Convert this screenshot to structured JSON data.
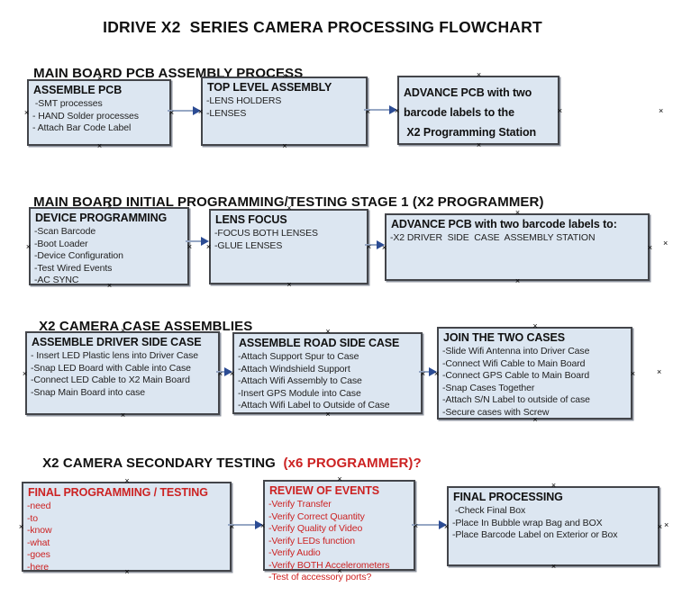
{
  "title": "IDRIVE X2  SERIES CAMERA PROCESSING FLOWCHART",
  "glyphs": {
    "handle": "×"
  },
  "colors": {
    "box_fill": "#dce6f1",
    "box_border": "#43454a",
    "red_text": "#cc2222",
    "arrow_line": "#96a7c4",
    "arrow_head": "#2c4c94"
  },
  "sections": [
    {
      "header": "MAIN BOARD PCB ASSEMBLY PROCESS",
      "boxes": [
        {
          "title": "ASSEMBLE PCB",
          "items": [
            " -SMT processes",
            "- HAND Solder processes",
            "- Attach Bar Code Label"
          ]
        },
        {
          "title": "TOP LEVEL ASSEMBLY",
          "items": [
            "-LENS HOLDERS",
            "-LENSES"
          ]
        },
        {
          "title": "ADVANCE PCB with two\nbarcode labels to the\n X2 Programming Station",
          "items": []
        }
      ]
    },
    {
      "header": "MAIN BOARD INITIAL PROGRAMMING/TESTING STAGE 1 (X2 PROGRAMMER)",
      "boxes": [
        {
          "title": "DEVICE PROGRAMMING",
          "items": [
            "-Scan Barcode",
            "-Boot Loader",
            "-Device Configuration",
            "-Test Wired Events",
            "-AC SYNC"
          ]
        },
        {
          "title": "LENS FOCUS",
          "items": [
            "-FOCUS BOTH LENSES",
            "-GLUE LENSES"
          ]
        },
        {
          "title": "ADVANCE PCB with two barcode labels to:",
          "items": [
            "-X2 DRIVER  SIDE  CASE  ASSEMBLY STATION"
          ]
        }
      ]
    },
    {
      "header": "X2 CAMERA CASE ASSEMBLIES",
      "boxes": [
        {
          "title": "ASSEMBLE DRIVER SIDE CASE",
          "items": [
            "- Insert LED Plastic lens into Driver Case",
            "-Snap LED Board with Cable into Case",
            "-Connect LED Cable to X2 Main Board",
            "-Snap Main Board into case"
          ]
        },
        {
          "title": "ASSEMBLE ROAD SIDE CASE",
          "items": [
            "-Attach Support Spur to Case",
            "-Attach Windshield Support",
            "-Attach Wifi Assembly to Case",
            "-Insert GPS Module into Case",
            "-Attach Wifi Label to Outside of Case"
          ]
        },
        {
          "title": "JOIN THE TWO CASES",
          "items": [
            "-Slide Wifi Antenna into Driver Case",
            "-Connect Wifi Cable to Main Board",
            "-Connect GPS Cable to Main Board",
            "-Snap Cases Together",
            "-Attach S/N Label to outside of case",
            "-Secure cases with Screw"
          ]
        }
      ]
    },
    {
      "header": "X2 CAMERA SECONDARY TESTING ",
      "header_red": " (x6 PROGRAMMER)?",
      "boxes": [
        {
          "title": "FINAL PROGRAMMING / TESTING",
          "items": [
            "-need",
            "-to",
            "-know",
            "-what",
            "-goes",
            "-here"
          ]
        },
        {
          "title": "REVIEW OF EVENTS",
          "items": [
            "-Verify Transfer",
            "-Verify Correct Quantity",
            "-Verify Quality of Video",
            "-Verify LEDs function",
            "-Verify Audio",
            "-Verify BOTH Accelerometers",
            "-Test of accessory ports?"
          ]
        },
        {
          "title": "FINAL PROCESSING",
          "items": [
            " -Check Final Box",
            "-Place In Bubble wrap Bag and BOX",
            "-Place Barcode Label on Exterior or Box"
          ]
        }
      ]
    }
  ]
}
